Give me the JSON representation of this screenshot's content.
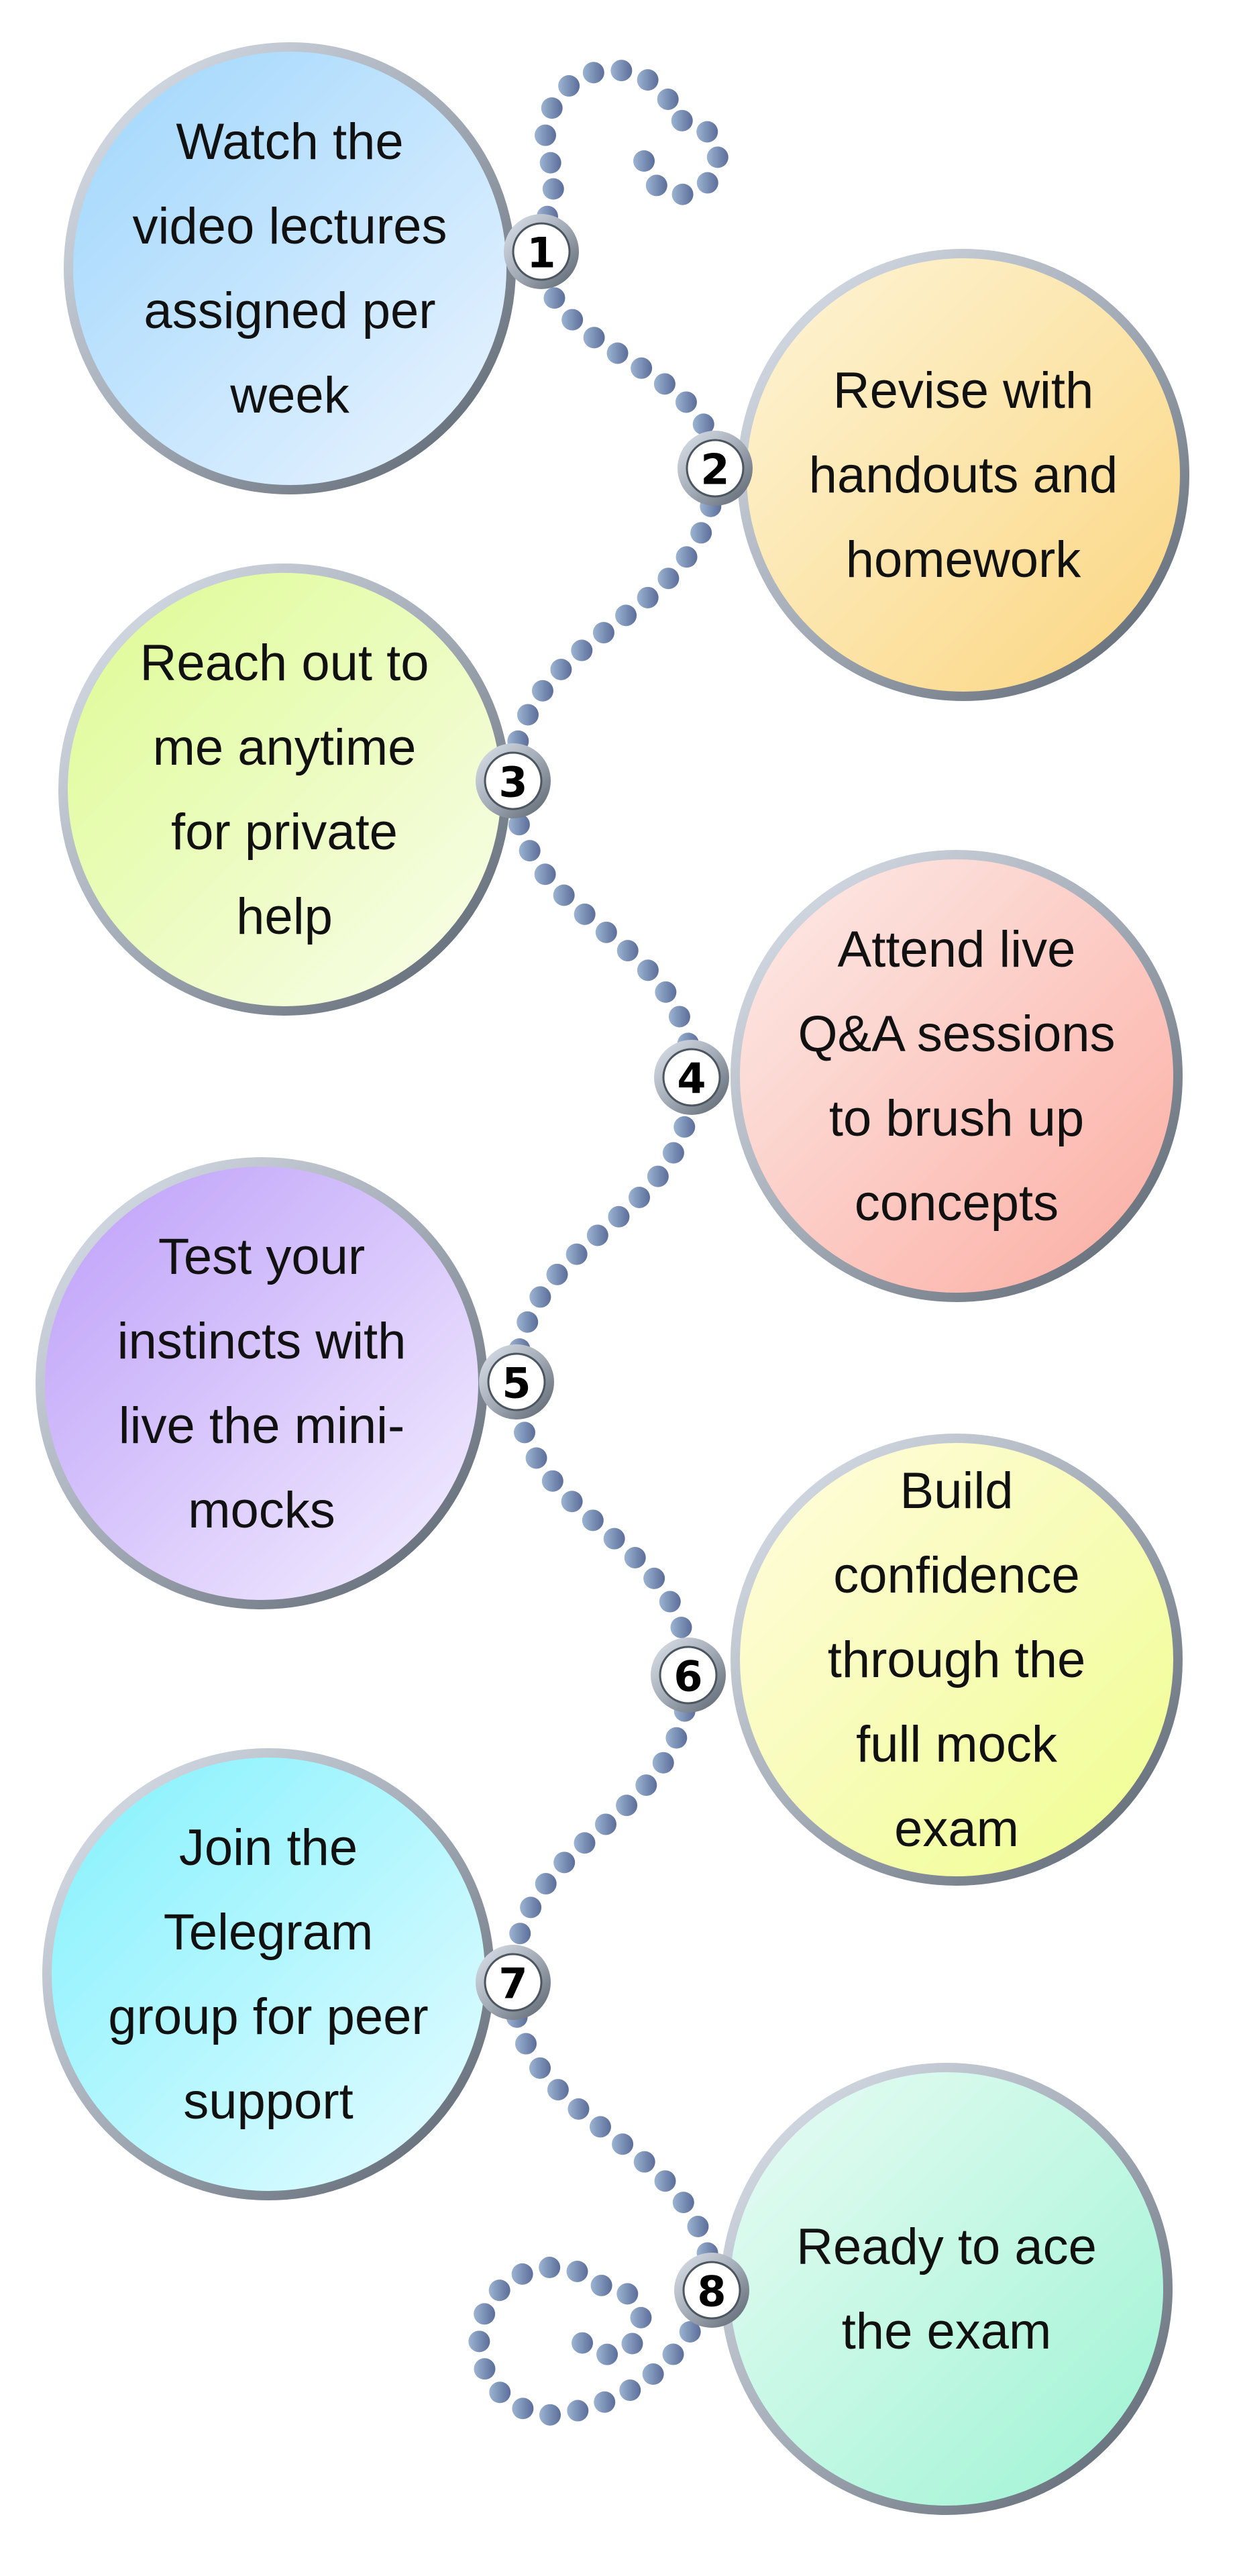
{
  "steps": [
    {
      "number": "1",
      "lines": [
        "Watch the",
        "video lectures",
        "assigned per",
        "week"
      ],
      "colors": [
        "#a6d9fc",
        "#e3f1ff"
      ]
    },
    {
      "number": "2",
      "lines": [
        "Revise with",
        "handouts and",
        "homework"
      ],
      "colors": [
        "#fdf2cf",
        "#fbd888"
      ]
    },
    {
      "number": "3",
      "lines": [
        "Reach out to",
        "me anytime",
        "for private",
        "help"
      ],
      "colors": [
        "#e0fb9a",
        "#f7fde4"
      ]
    },
    {
      "number": "4",
      "lines": [
        "Attend live",
        "Q&A sessions",
        "to brush up",
        "concepts"
      ],
      "colors": [
        "#fde6e2",
        "#fbb2a8"
      ]
    },
    {
      "number": "5",
      "lines": [
        "Test your",
        "instincts with",
        "live the mini-",
        "mocks"
      ],
      "colors": [
        "#c2a6f9",
        "#efe8fe"
      ]
    },
    {
      "number": "6",
      "lines": [
        "Build",
        "confidence",
        "through the",
        "full mock",
        "exam"
      ],
      "colors": [
        "#fefcd8",
        "#f1fd96"
      ]
    },
    {
      "number": "7",
      "lines": [
        "Join the",
        "Telegram",
        "group for peer",
        "support"
      ],
      "colors": [
        "#8cf2fd",
        "#ddfbff"
      ]
    },
    {
      "number": "8",
      "lines": [
        "Ready to ace",
        "the exam"
      ],
      "colors": [
        "#e2fbf2",
        "#a4f4d6"
      ]
    }
  ],
  "dot_color": "#7188b3"
}
